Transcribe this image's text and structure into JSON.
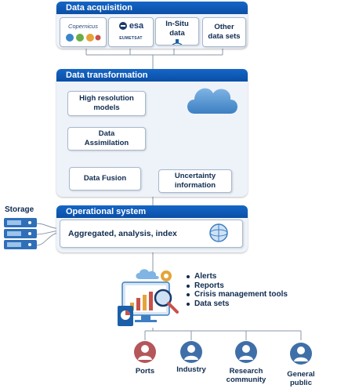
{
  "acquisition": {
    "title": "Data acquisition",
    "sources": {
      "copernicus": "Copernicus",
      "esa": "esa",
      "eumetsat": "EUMETSAT",
      "insitu": "In-Situ\ndata",
      "other": "Other\ndata sets"
    }
  },
  "transformation": {
    "title": "Data transformation",
    "high_res": "High resolution\nmodels",
    "assimilation": "Data\nAssimilation",
    "fusion": "Data Fusion",
    "uncertainty": "Uncertainty\ninformation"
  },
  "storage": {
    "label": "Storage"
  },
  "operational": {
    "title": "Operational system",
    "text": "Aggregated, analysis, index"
  },
  "outputs": [
    "Alerts",
    "Reports",
    "Crisis management tools",
    "Data sets"
  ],
  "stakeholders": [
    {
      "label": "Ports",
      "color": "#b5565a"
    },
    {
      "label": "Industry",
      "color": "#3f6fa8"
    },
    {
      "label": "Research\ncommunity",
      "color": "#3f6fa8"
    },
    {
      "label": "General\npublic",
      "color": "#3f6fa8"
    }
  ],
  "colors": {
    "header": "#0b4fa6",
    "text": "#0f2b4f",
    "line": "#8a97a8"
  }
}
